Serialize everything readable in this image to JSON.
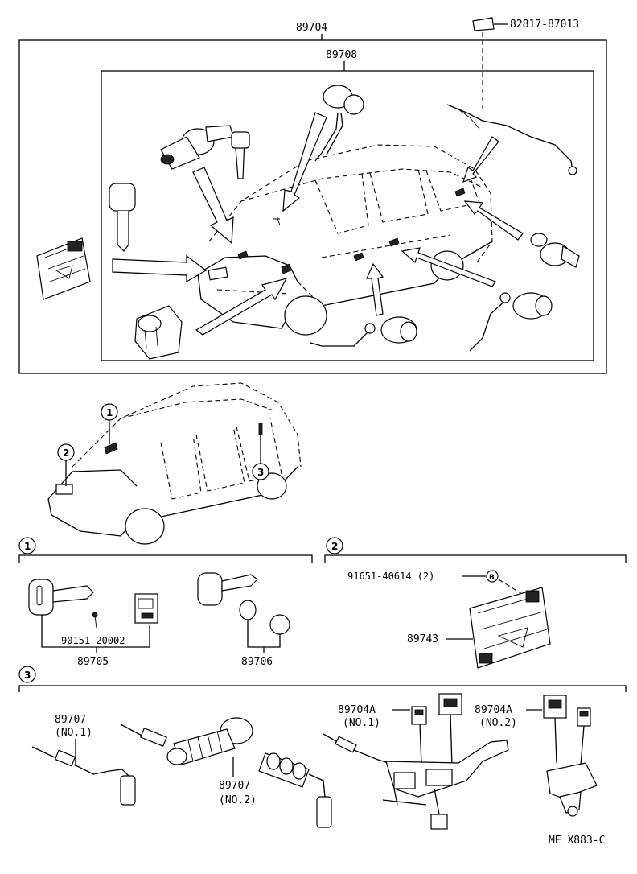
{
  "labels": {
    "assy_outer": "89704",
    "assy_inner": "89708",
    "emblem": "82817-87013",
    "screw": "90151-20002",
    "key_set_1": "89705",
    "key_set_2": "89706",
    "bolt": "91651-40614 (2)",
    "bolt_marker": "B",
    "ecu": "89743",
    "coil1_num": "89707",
    "coil1_sub": "(NO.1)",
    "coil2_num": "89707",
    "coil2_sub": "(NO.2)",
    "relay1_num": "89704A",
    "relay1_sub": "(NO.1)",
    "relay2_num": "89704A",
    "relay2_sub": "(NO.2)",
    "footer": "ME X883-C"
  },
  "callouts": {
    "c1": "1",
    "c2": "2",
    "c3": "3"
  }
}
